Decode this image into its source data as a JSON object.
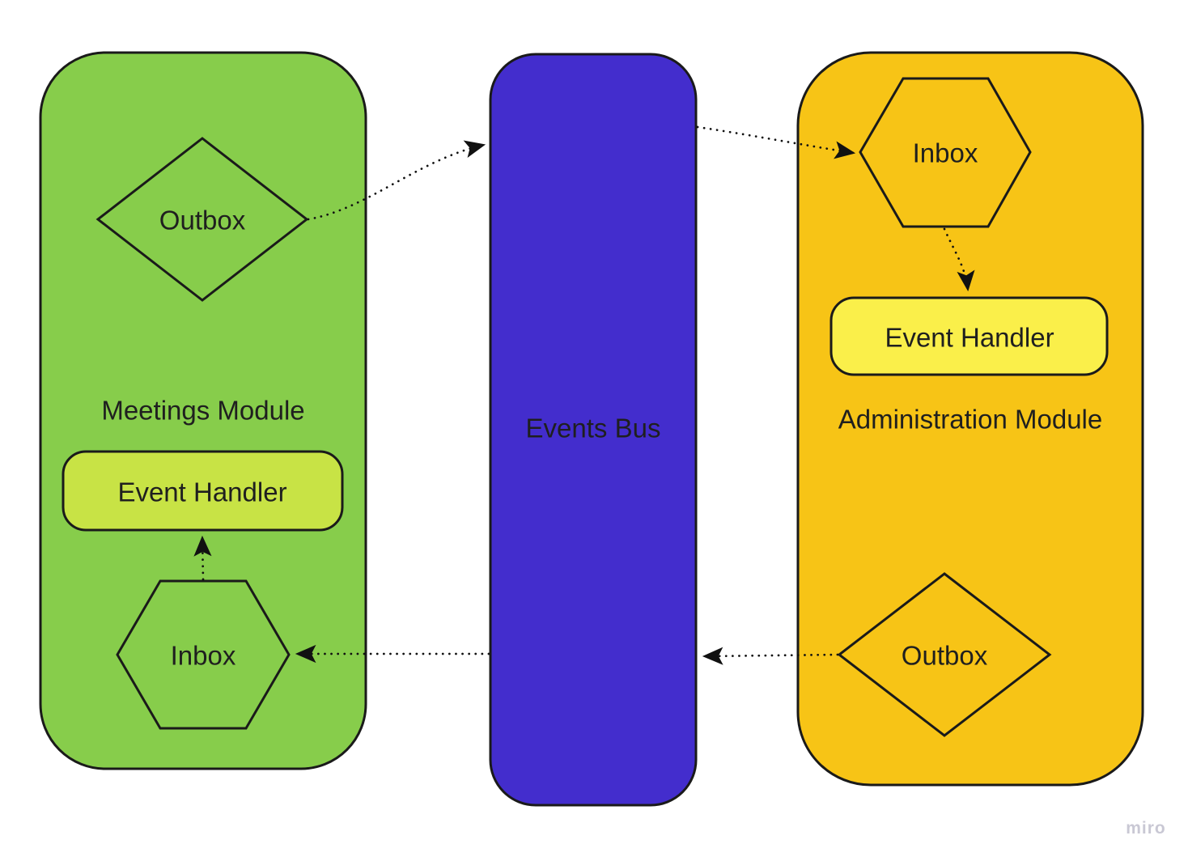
{
  "diagram": {
    "stroke_color": "#1A1A1A",
    "connector_color": "#111111",
    "modules": {
      "meetings": {
        "title": "Meetings Module",
        "fill": "#87CD4B",
        "outbox_label": "Outbox",
        "inbox_label": "Inbox",
        "event_handler_label": "Event Handler",
        "event_handler_fill": "#C8E345"
      },
      "events_bus": {
        "title": "Events Bus",
        "fill": "#432DCD",
        "text_color": "#FFFFFF"
      },
      "administration": {
        "title": "Administration Module",
        "fill": "#F7C416",
        "outbox_label": "Outbox",
        "inbox_label": "Inbox",
        "event_handler_label": "Event Handler",
        "event_handler_fill": "#FAEF4A"
      }
    },
    "watermark": {
      "label": "miro",
      "color": "#C9C8D4"
    }
  }
}
